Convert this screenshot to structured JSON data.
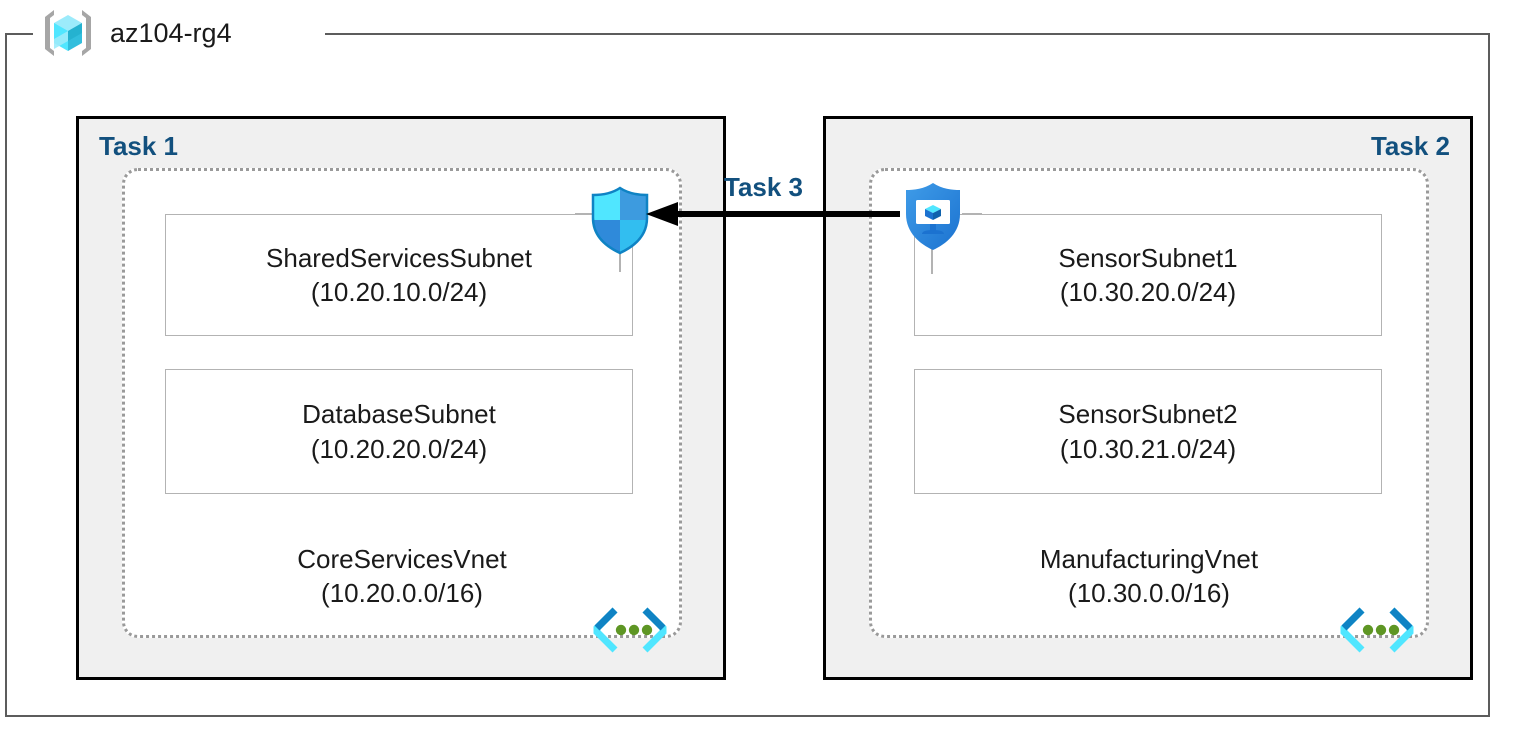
{
  "resource_group": {
    "name": "az104-rg4",
    "icon": "azure-resource-group-icon"
  },
  "tasks": [
    {
      "id": "task-1",
      "label": "Task 1",
      "align": "left"
    },
    {
      "id": "task-2",
      "label": "Task 2",
      "align": "right"
    },
    {
      "id": "task-3",
      "label": "Task 3",
      "align": "center"
    }
  ],
  "vnets": [
    {
      "name": "CoreServicesVnet",
      "cidr": "(10.20.0.0/16)",
      "icon": "virtual-network-icon",
      "subnets": [
        {
          "name": "SharedServicesSubnet",
          "cidr": "(10.20.10.0/24)"
        },
        {
          "name": "DatabaseSubnet",
          "cidr": "(10.20.20.0/24)"
        }
      ]
    },
    {
      "name": "ManufacturingVnet",
      "cidr": "(10.30.0.0/16)",
      "icon": "virtual-network-icon",
      "subnets": [
        {
          "name": "SensorSubnet1",
          "cidr": "(10.30.20.0/24)"
        },
        {
          "name": "SensorSubnet2",
          "cidr": "(10.30.21.0/24)"
        }
      ]
    }
  ],
  "security_icons": [
    {
      "id": "nsg",
      "icon": "network-security-group-shield-icon"
    },
    {
      "id": "asg",
      "icon": "application-security-group-shield-icon"
    }
  ],
  "connection": {
    "label": "Task 3",
    "direction": "right-to-left",
    "from": "ManufacturingVnet",
    "to": "CoreServicesVnet"
  },
  "colors": {
    "task_label": "#12507e",
    "task_box_fill": "#f0f0f0",
    "task_box_border": "#000000",
    "vnet_border": "#9a9a9a",
    "subnet_border": "#b3b3b3",
    "rg_border": "#5c5c5c",
    "text": "#1a1a1a",
    "azure_cyan": "#32d4f5",
    "azure_blue": "#0078d4",
    "vnet_green": "#5e9624",
    "arrow": "#000000"
  }
}
